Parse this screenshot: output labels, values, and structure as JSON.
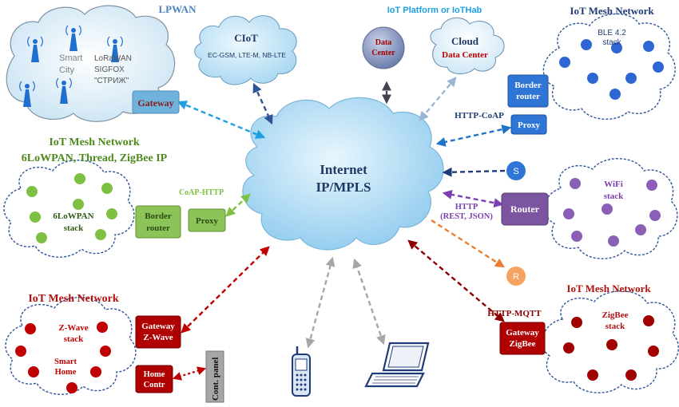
{
  "colors": {
    "internet_cloud": "#a9d8f2",
    "light_blue": "#1f9fe0",
    "dark_blue": "#2f5597",
    "green": "#7ec142",
    "green_text": "#4e8a1c",
    "purple": "#7b559f",
    "orange": "#ed7d31",
    "dark_red": "#a00000",
    "red_text": "#b01010",
    "grey": "#a6a6a6",
    "device_blue": "#1f3c78"
  },
  "internet": {
    "line1": "Internet",
    "line2": "IP/MPLS"
  },
  "lpwan": {
    "title": "LPWAN",
    "smart_city": "Smart\nCity",
    "protocols": "LoRaWAN\nSIGFOX\n\"СТРИЖ\"",
    "gateway": "Gateway"
  },
  "ciot": {
    "title": "CIoT",
    "subtitle": "EC-GSM, LTE-M, NB-LTE"
  },
  "platform": {
    "title": "IoT Platform or IoTHab",
    "data_center": "Data\nCenter",
    "cloud_label": "Cloud",
    "cloud_dc": "Data Center"
  },
  "ble_mesh": {
    "title": "IoT Mesh Network",
    "stack": "BLE 4.2\nstack",
    "border_router": "Border\nrouter",
    "proxy": "Proxy",
    "protocol": "HTTP-CoAP"
  },
  "sixlowpan": {
    "title": "IoT Mesh Network\n6LoWPAN, Thread, ZigBee IP",
    "stack": "6LoWPAN\nstack",
    "border_router": "Border\nrouter",
    "proxy": "Proxy",
    "protocol": "CoAP-HTTP"
  },
  "s_node": "S",
  "wifi": {
    "protocol": "HTTP\n(REST, JSON)",
    "router": "Router",
    "stack": "WiFi\nstack"
  },
  "r_node": "R",
  "zwave": {
    "title": "IoT Mesh Network",
    "stack": "Z-Wave\nstack",
    "smart_home": "Smart\nHome",
    "gateway": "Gateway\nZ-Wave",
    "home_contr": "Home\nContr",
    "cont_panel": "Cont. panel"
  },
  "zigbee": {
    "title": "IoT Mesh Network",
    "stack": "ZigBee\nstack",
    "protocol": "HTTP-MQTT",
    "gateway": "Gateway\nZigBee"
  },
  "devices": {
    "phone": "phone-icon",
    "laptop": "laptop-icon"
  }
}
